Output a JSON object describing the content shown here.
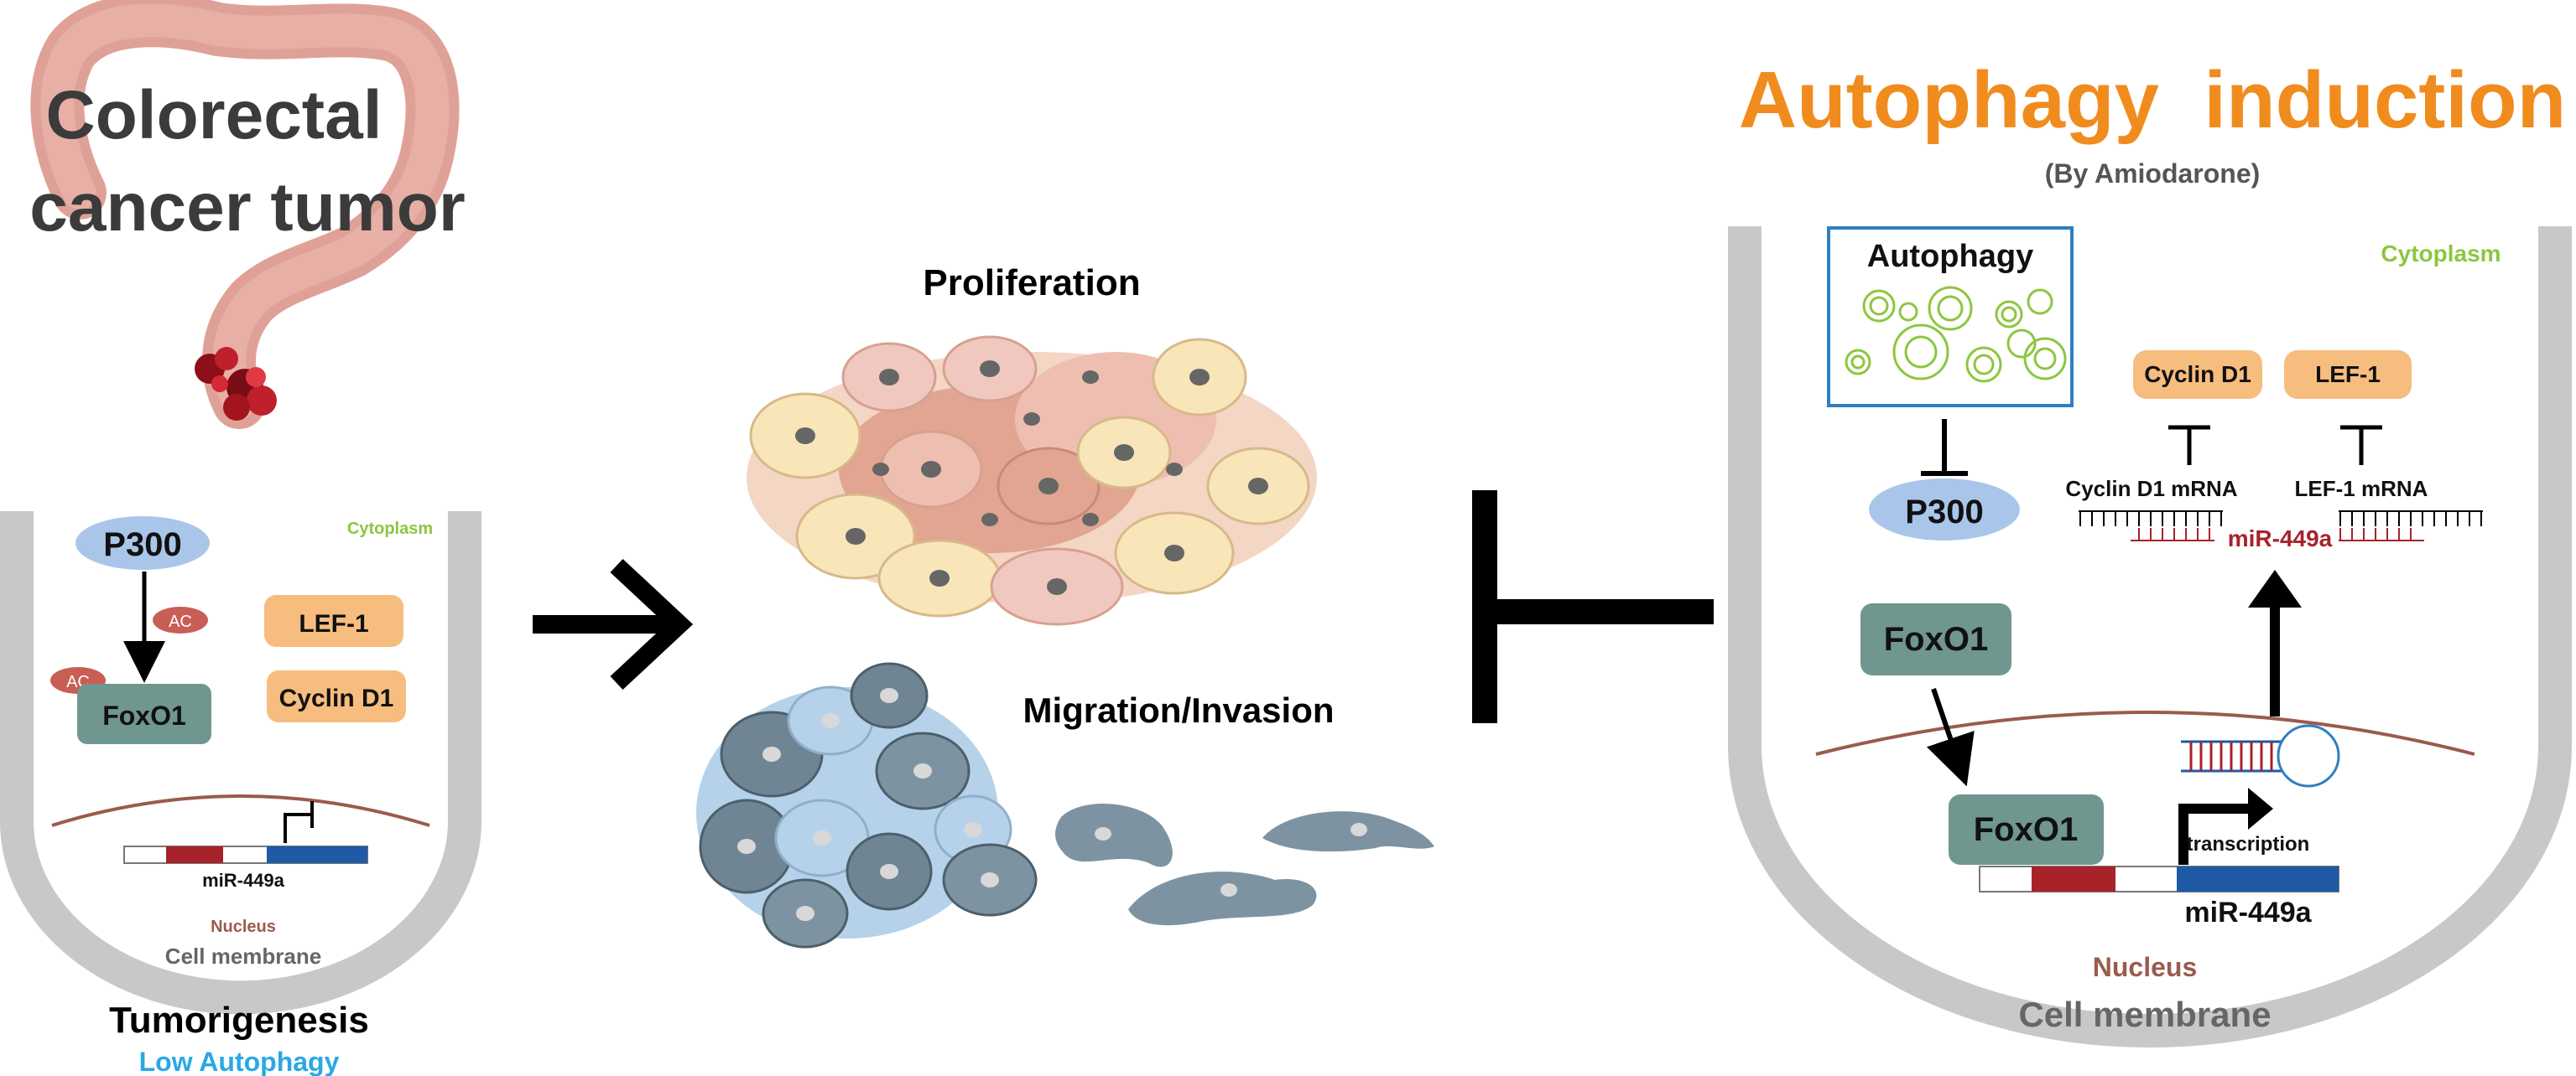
{
  "left_panel": {
    "title_line1": "Colorectal",
    "title_line2": "cancer tumor",
    "p300": "P300",
    "ac_label": "AC",
    "foxo1": "FoxO1",
    "lef1": "LEF-1",
    "cyclin_d1": "Cyclin D1",
    "cytoplasm": "Cytoplasm",
    "mir": "miR-449a",
    "nucleus": "Nucleus",
    "cell_membrane": "Cell membrane",
    "caption_main": "Tumorigenesis",
    "caption_sub": "Low Autophagy"
  },
  "middle_panel": {
    "proliferation": "Proliferation",
    "migration": "Migration/Invasion"
  },
  "right_panel": {
    "title": "Autophagy  induction",
    "subtitle": "(By Amiodarone)",
    "autophagy_box": "Autophagy",
    "cytoplasm": "Cytoplasm",
    "cyclin_d1": "Cyclin D1",
    "lef1": "LEF-1",
    "cyclin_mrna": "Cyclin D1 mRNA",
    "lef1_mrna": "LEF-1 mRNA",
    "mir": "miR-449a",
    "p300": "P300",
    "foxo1_top": "FoxO1",
    "foxo1_bottom": "FoxO1",
    "transcription": "transcription",
    "mir_gene": "miR-449a",
    "nucleus": "Nucleus",
    "cell_membrane": "Cell membrane"
  },
  "colors": {
    "title_orange": "#f08c1e",
    "cytoplasm_green": "#8dc63f",
    "low_autophagy_blue": "#29a9e1",
    "nucleus_brown": "#9a5b4c",
    "foxo1_teal": "#6f978f",
    "p300_blue": "#a9c6ea",
    "orange_box": "#f6bd7f",
    "membrane_gray": "#c8c8c8",
    "mir_red": "#a8222a",
    "gene_blue": "#1f5aa6"
  }
}
